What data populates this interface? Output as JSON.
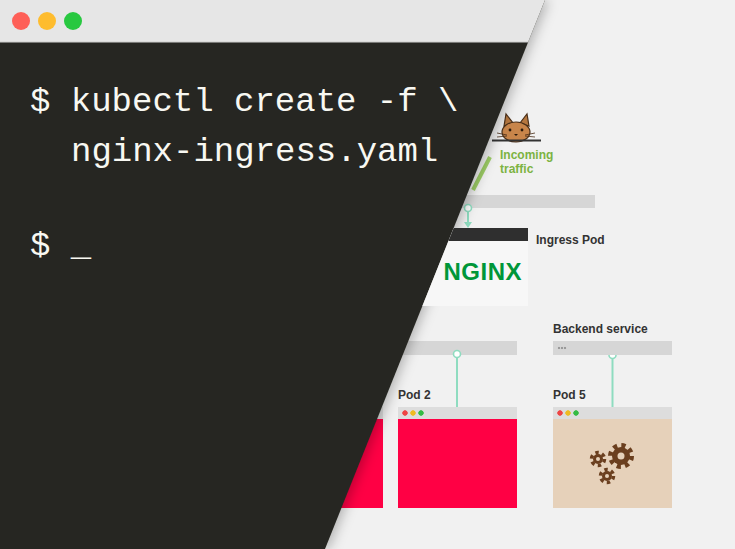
{
  "diagram": {
    "nodes": [
      {
        "text": [
          "$ kubectl create -f \\ nginx-ingress.yaml",
          "$ _"
        ]
      },
      {
        "text": [
          "Ingress Pod",
          "NGINX"
        ]
      },
      {
        "text": [
          "Backend service"
        ]
      },
      {
        "text": [
          "Pod 2"
        ]
      },
      {
        "text": [
          "Pod 5"
        ]
      }
    ],
    "edges": [
      {
        "from": 2,
        "to": 4,
        "arrow": "none"
      }
    ],
    "labels": [
      "Incoming traffic"
    ]
  }
}
